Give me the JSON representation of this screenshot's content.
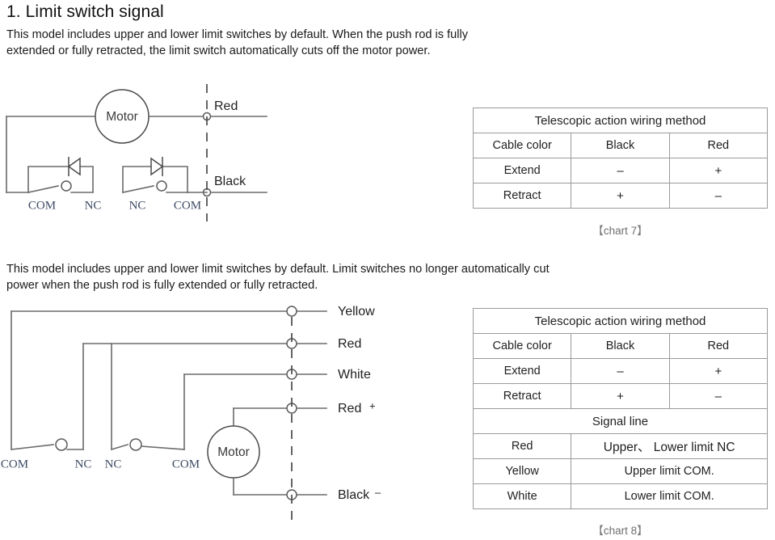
{
  "section": {
    "title": "1. Limit switch signal",
    "intro_1_line_1": "This model includes upper and lower limit switches by default. When the push rod is fully",
    "intro_1_line_2": "extended or fully retracted, the limit switch automatically cuts off the motor power.",
    "intro_2_line_1": "This model includes upper and lower limit switches by default. Limit switches no longer automatically cut",
    "intro_2_line_2": "power when the push rod is fully extended or fully retracted."
  },
  "diagram_1": {
    "motor_label": "Motor",
    "wire_red": "Red",
    "wire_black": "Black",
    "terminal_com_left": "COM",
    "terminal_nc_left": "NC",
    "terminal_nc_right": "NC",
    "terminal_com_right": "COM"
  },
  "diagram_2": {
    "motor_label": "Motor",
    "wire_yellow": "Yellow",
    "wire_red": "Red",
    "wire_white": "White",
    "wire_red_plus": "Red",
    "wire_red_plus_sign": "+",
    "wire_black_minus": "Black",
    "wire_black_minus_sign": "–",
    "terminal_com_left": "COM",
    "terminal_nc_left": "NC",
    "terminal_nc_right": "NC",
    "terminal_com_right": "COM"
  },
  "table_1": {
    "header": "Telescopic action wiring method",
    "col_label": "Cable color",
    "col_black": "Black",
    "col_red": "Red",
    "rows": [
      {
        "label": "Extend",
        "black": "–",
        "red": "+"
      },
      {
        "label": "Retract",
        "black": "+",
        "red": "–"
      }
    ],
    "caption_open": "【",
    "caption_text": "chart 7",
    "caption_close": "】"
  },
  "table_2": {
    "header": "Telescopic action wiring method",
    "col_label": "Cable color",
    "col_black": "Black",
    "col_red": "Red",
    "rows": [
      {
        "label": "Extend",
        "black": "–",
        "red": "+"
      },
      {
        "label": "Retract",
        "black": "+",
        "red": "–"
      }
    ],
    "signal_header": "Signal line",
    "signal_rows": [
      {
        "label": "Red",
        "value": "Upper、 Lower limit NC"
      },
      {
        "label": "Yellow",
        "value": "Upper limit COM."
      },
      {
        "label": "White",
        "value": "Lower limit COM."
      }
    ],
    "caption_open": "【",
    "caption_text": "chart 8",
    "caption_close": "】"
  },
  "colors": {
    "wire": "#6b6b6b",
    "ink": "#1a1a1a",
    "terminal_text": "#3c4a63",
    "table_border": "#9a9a9a",
    "caption": "#6f6f6f"
  }
}
